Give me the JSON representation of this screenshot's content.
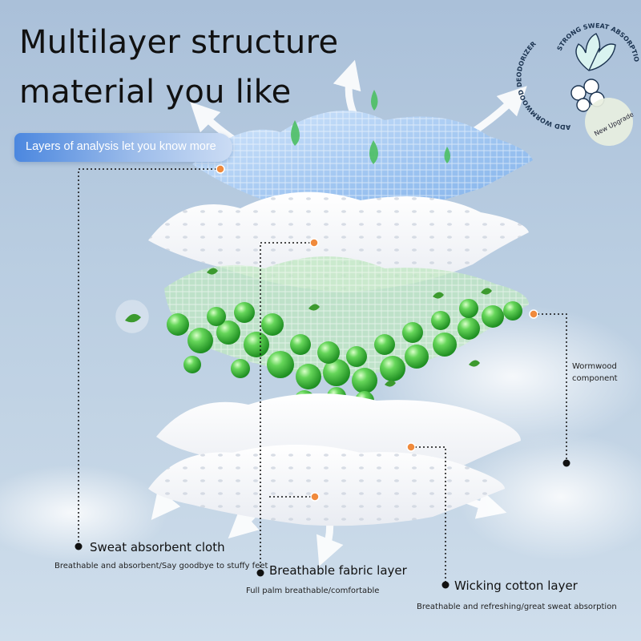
{
  "headline": {
    "line1": "Multilayer structure",
    "line2": "material you like"
  },
  "banner": {
    "text": "Layers of analysis let you know more"
  },
  "badge": {
    "top_arc": "STRONG SWEAT ABSORPTION",
    "side_arc": "ADD WORMWOOD DEODORIZER",
    "tag": "New Upgrade",
    "icons": [
      "wormwood-leaf-icon",
      "cotton-boll-icon"
    ]
  },
  "layers": {
    "sweat_absorbent": {
      "title": "Sweat absorbent cloth",
      "desc": "Breathable and absorbent/Say goodbye to stuffy feet"
    },
    "breathable_fabric": {
      "title": "Breathable fabric layer",
      "desc": "Full palm breathable/comfortable"
    },
    "wicking_cotton": {
      "title": "Wicking cotton layer",
      "desc": "Breathable and refreshing/great sweat absorption"
    },
    "wormwood": {
      "line1": "Wormwood",
      "line2": "component"
    }
  },
  "colors": {
    "background": "#b9cde1",
    "accent_dot": "#f08a3c",
    "banner_blue": "#4b87df",
    "mesh_blue": "#9cc3f0",
    "bead_green": "#3fbf3a",
    "text": "#111111"
  }
}
